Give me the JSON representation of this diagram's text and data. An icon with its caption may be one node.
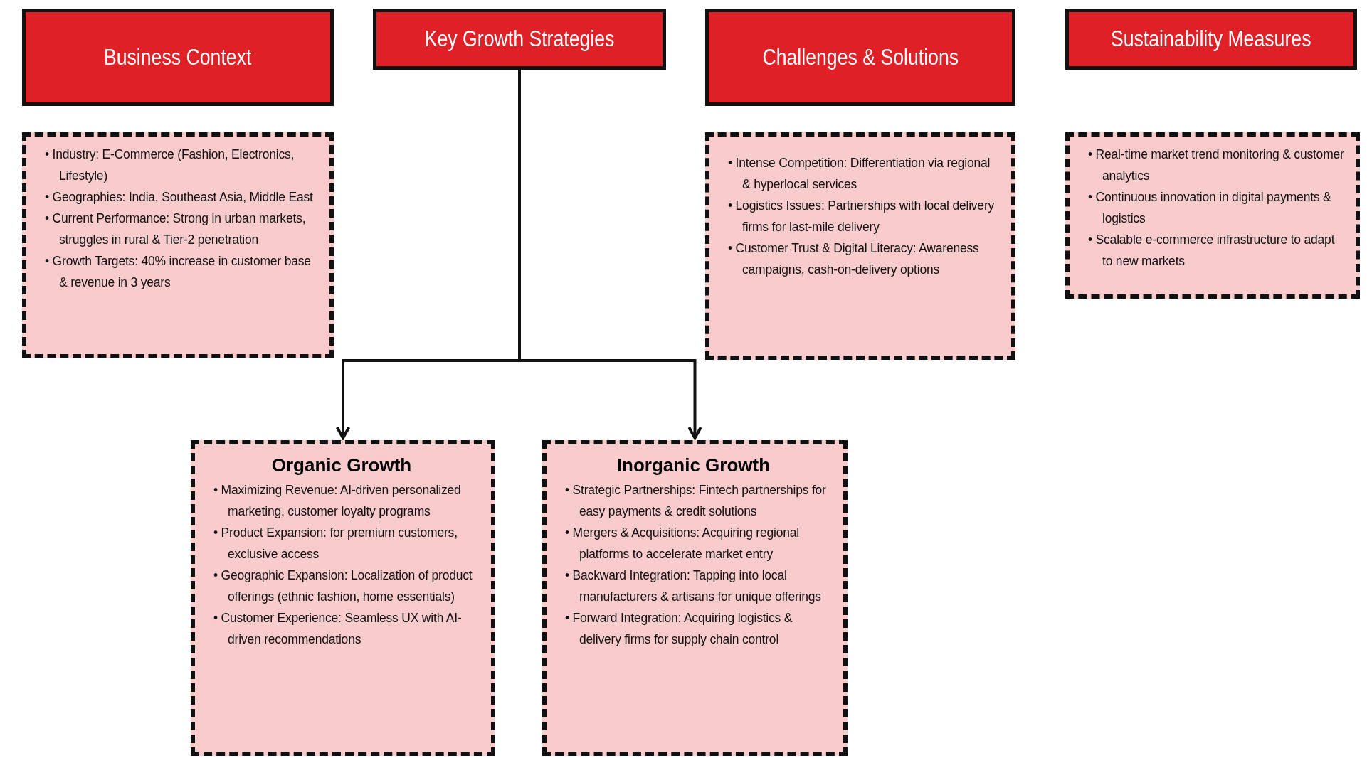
{
  "diagram": {
    "nodes": [
      {
        "text": [
          "Business Context"
        ]
      },
      {
        "text": [
          "Key Growth Strategies"
        ]
      },
      {
        "text": [
          "Challenges & Solutions"
        ]
      },
      {
        "text": [
          "Sustainability Measures"
        ]
      },
      {
        "text": [
          "• Industry: E-Commerce (Fashion, Electronics, Lifestyle)",
          "• Geographies: India, Southeast Asia, Middle East",
          "• Current Performance: Strong in urban markets, struggles in rural & Tier-2 penetration",
          "• Growth Targets: 40% increase in customer base & revenue in 3 years"
        ]
      },
      {
        "text": [
          "• Intense Competition: Differentiation via regional & hyperlocal services",
          "• Logistics Issues: Partnerships with local delivery firms for last-mile delivery",
          "• Customer Trust & Digital Literacy: Awareness campaigns, cash-on-delivery options"
        ]
      },
      {
        "text": [
          "• Real-time market trend monitoring & customer analytics",
          "• Continuous innovation in digital payments & logistics",
          "• Scalable e-commerce infrastructure to adapt to new markets"
        ]
      },
      {
        "text": [
          "Organic Growth",
          "• Maximizing Revenue: AI-driven personalized marketing, customer loyalty programs",
          "• Product Expansion: for premium customers, exclusive access",
          "• Geographic Expansion: Localization of product offerings (ethnic fashion, home essentials)",
          "• Customer Experience: Seamless UX with AI-driven recommendations"
        ]
      },
      {
        "text": [
          "Inorganic Growth",
          "• Strategic Partnerships: Fintech partnerships for easy payments & credit solutions",
          "• Mergers & Acquisitions: Acquiring regional platforms to accelerate market entry",
          "• Backward Integration: Tapping into local manufacturers & artisans for unique offerings",
          "• Forward Integration: Acquiring logistics & delivery firms for supply chain control"
        ]
      }
    ],
    "edges": [
      {
        "from": 1,
        "to": 7,
        "arrow": "to"
      },
      {
        "from": 1,
        "to": 8,
        "arrow": "to"
      }
    ]
  }
}
